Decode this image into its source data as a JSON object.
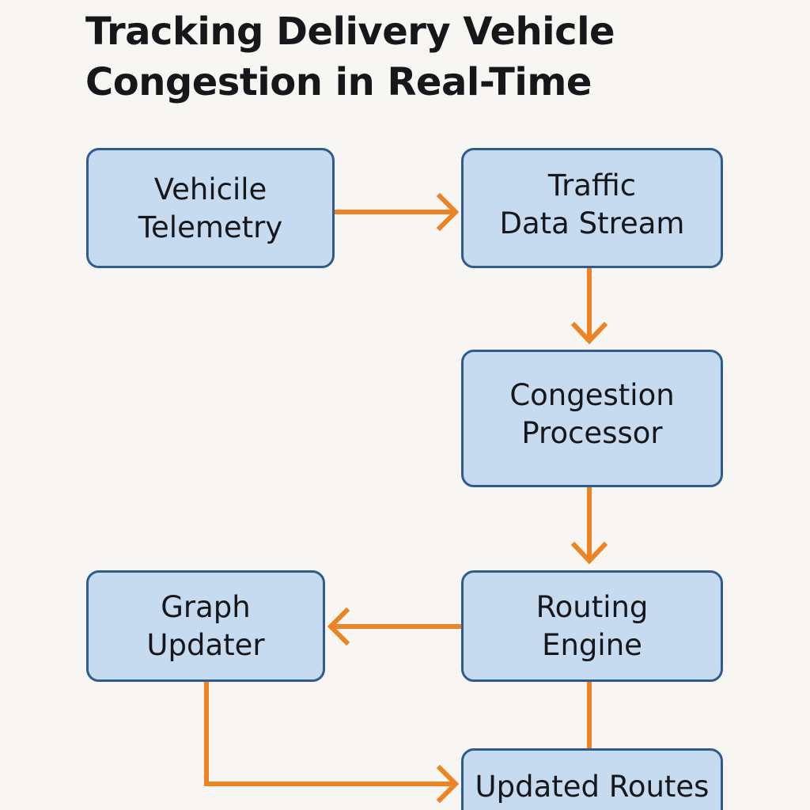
{
  "title": {
    "line1": "Tracking Delivery Vehicle",
    "line2": "Congestion in Real-Time"
  },
  "nodes": {
    "vehicle_telemetry": {
      "line1": "Vehicile",
      "line2": "Telemetry"
    },
    "traffic_data_stream": {
      "line1": "Traffic",
      "line2": "Data Stream"
    },
    "congestion_processor": {
      "line1": "Congestion",
      "line2": "Processor"
    },
    "routing_engine": {
      "line1": "Routing",
      "line2": "Engine"
    },
    "graph_updater": {
      "line1": "Graph",
      "line2": "Updater"
    },
    "updated_routes": {
      "line1": "Updated Routes"
    }
  },
  "edges": [
    {
      "from": "vehicle_telemetry",
      "to": "traffic_data_stream"
    },
    {
      "from": "traffic_data_stream",
      "to": "congestion_processor"
    },
    {
      "from": "congestion_processor",
      "to": "routing_engine"
    },
    {
      "from": "routing_engine",
      "to": "graph_updater"
    },
    {
      "from": "routing_engine",
      "to": "updated_routes"
    },
    {
      "from": "graph_updater",
      "to": "updated_routes"
    }
  ],
  "colors": {
    "background": "#f8f6f3",
    "node_fill": "#c6daf0",
    "node_border": "#2f5b8d",
    "arrow": "#ec8325",
    "text": "#15171a"
  }
}
